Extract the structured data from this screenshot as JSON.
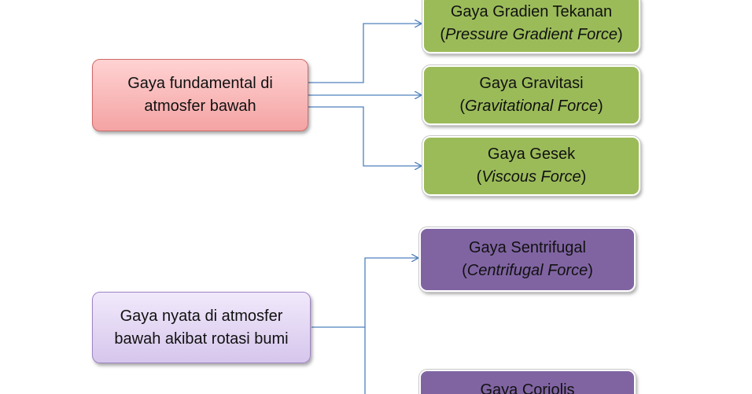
{
  "colors": {
    "connector": "#4f81bd",
    "group1_source": "#f4a3a3",
    "group1_targets": "#9bbb59",
    "group2_source": "#d6c6ec",
    "group2_targets": "#8064a2"
  },
  "group1": {
    "source": {
      "line1": "Gaya fundamental di",
      "line2": "atmosfer bawah"
    },
    "targets": [
      {
        "name": "Gaya Gradien Tekanan",
        "english": "Pressure Gradient Force"
      },
      {
        "name": "Gaya Gravitasi",
        "english": "Gravitational Force"
      },
      {
        "name": "Gaya Gesek",
        "english": "Viscous Force"
      }
    ]
  },
  "group2": {
    "source": {
      "line1": "Gaya nyata di atmosfer",
      "line2": "bawah akibat rotasi bumi"
    },
    "targets": [
      {
        "name": "Gaya Sentrifugal",
        "english": "Centrifugal Force"
      },
      {
        "name": "Gaya Coriolis",
        "english": ""
      }
    ]
  }
}
